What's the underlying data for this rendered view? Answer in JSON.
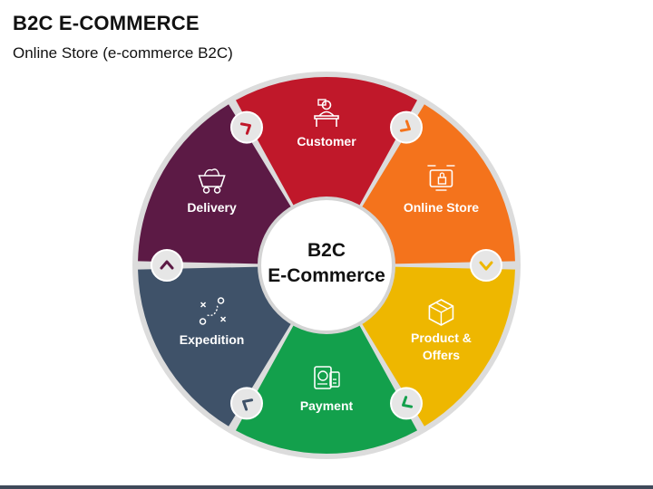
{
  "header": {
    "title": "B2C E-COMMERCE",
    "subtitle": "Online Store (e-commerce B2C)"
  },
  "center": {
    "line1": "B2C",
    "line2": "E-Commerce"
  },
  "segments": [
    {
      "label_lines": [
        "Customer"
      ],
      "color": "#c0182a",
      "icon": "customer-desk-icon",
      "arrow": "chevron-right-icon"
    },
    {
      "label_lines": [
        "Online Store"
      ],
      "color": "#f4731c",
      "icon": "online-store-icon",
      "arrow": "chevron-down-icon"
    },
    {
      "label_lines": [
        "Product &",
        "Offers"
      ],
      "color": "#eeb700",
      "icon": "product-box-icon",
      "arrow": "chevron-down-left-icon"
    },
    {
      "label_lines": [
        "Payment"
      ],
      "color": "#13a04c",
      "icon": "payment-icon",
      "arrow": "chevron-left-icon"
    },
    {
      "label_lines": [
        "Expedition"
      ],
      "color": "#3f5269",
      "icon": "expedition-route-icon",
      "arrow": "chevron-up-icon"
    },
    {
      "label_lines": [
        "Delivery"
      ],
      "color": "#5c1a45",
      "icon": "delivery-cart-icon",
      "arrow": "chevron-up-right-icon"
    }
  ],
  "colors": {
    "ring": "#dcdcdc",
    "connector_fill": "#e6e6e6",
    "center_fill": "#ffffff",
    "bottom_bar": "#3f4a5a"
  }
}
